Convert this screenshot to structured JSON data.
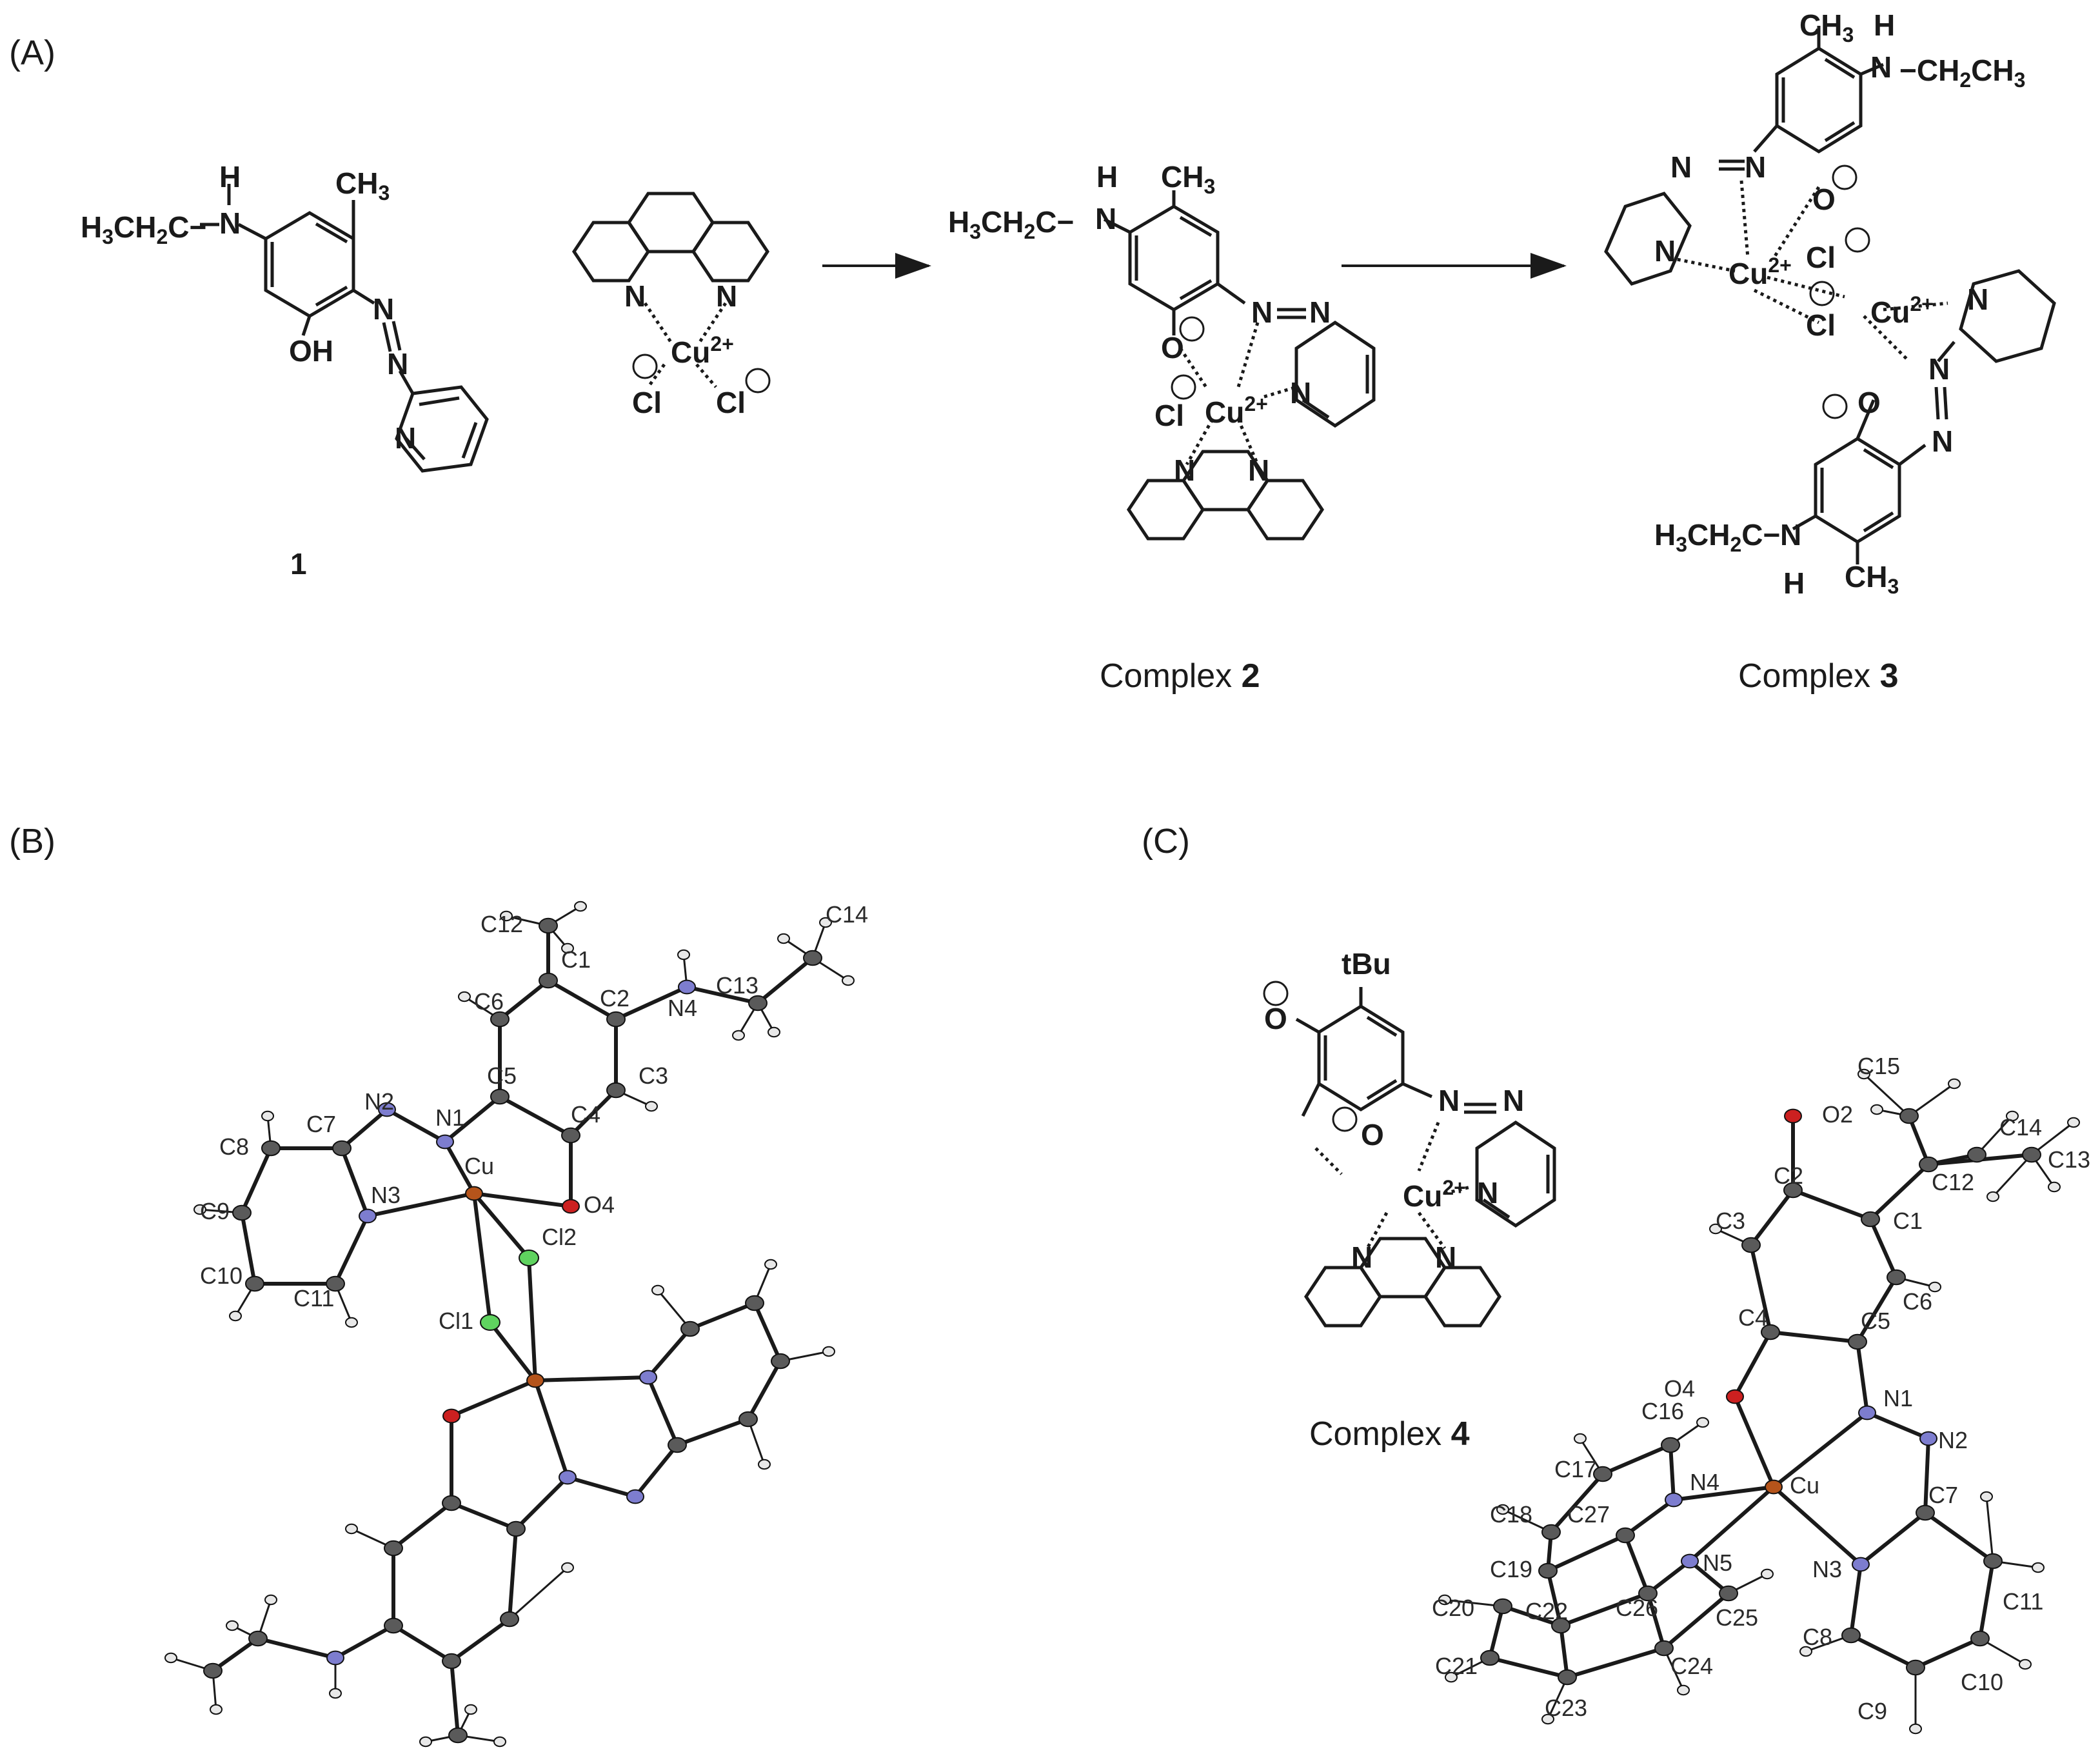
{
  "panels": {
    "a": "(A)",
    "b": "(B)",
    "c": "(C)"
  },
  "captions": {
    "ligand_number": "1",
    "complex2_prefix": "Complex ",
    "complex2_number": "2",
    "complex3_prefix": "Complex ",
    "complex3_number": "3",
    "complex4_prefix": "Complex ",
    "complex4_number": "4"
  },
  "chem": {
    "h": "H",
    "ch3": "CH",
    "three": "3",
    "h3ch2c": "H",
    "ch2": "CH",
    "two": "2",
    "c": "C",
    "n": "N",
    "oh": "OH",
    "o": "O",
    "cl": "Cl",
    "cu": "Cu",
    "cu_charge": "2+",
    "minus": "−",
    "tbu": "tBu"
  },
  "colors": {
    "copper": "#b5541b",
    "nitrogen": "#7d7dcf",
    "oxygen": "#cc2020",
    "chlorine": "#5fd35f",
    "carbon": "#5a5a5a",
    "hydrogen": "#e8e8e8",
    "bond": "#1a1a1a"
  },
  "crystal_b_labels": {
    "C12": "C12",
    "C1": "C1",
    "C2": "C2",
    "N4": "N4",
    "C13": "C13",
    "C14": "C14",
    "C6": "C6",
    "C5": "C5",
    "C3": "C3",
    "N2": "N2",
    "N1": "N1",
    "C4": "C4",
    "C7": "C7",
    "C8": "C8",
    "N3": "N3",
    "Cu": "Cu",
    "O4": "O4",
    "Cl2": "Cl2",
    "C9": "C9",
    "C10": "C10",
    "C11": "C11",
    "Cl1": "Cl1"
  },
  "crystal_c_labels": {
    "C15": "C15",
    "C14": "C14",
    "O2": "O2",
    "C2": "C2",
    "C12": "C12",
    "C13": "C13",
    "C3": "C3",
    "C1": "C1",
    "C6": "C6",
    "C4": "C4",
    "C5": "C5",
    "O4": "O4",
    "N1": "N1",
    "C16": "C16",
    "N2": "N2",
    "C17": "C17",
    "N4": "N4",
    "Cu": "Cu",
    "C7": "C7",
    "C18": "C18",
    "C27": "C27",
    "N3": "N3",
    "C19": "C19",
    "N5": "N5",
    "C20": "C20",
    "C22": "C22",
    "C26": "C26",
    "C25": "C25",
    "C11": "C11",
    "C21": "C21",
    "C24": "C24",
    "C8": "C8",
    "C23": "C23",
    "C9": "C9",
    "C10": "C10"
  }
}
